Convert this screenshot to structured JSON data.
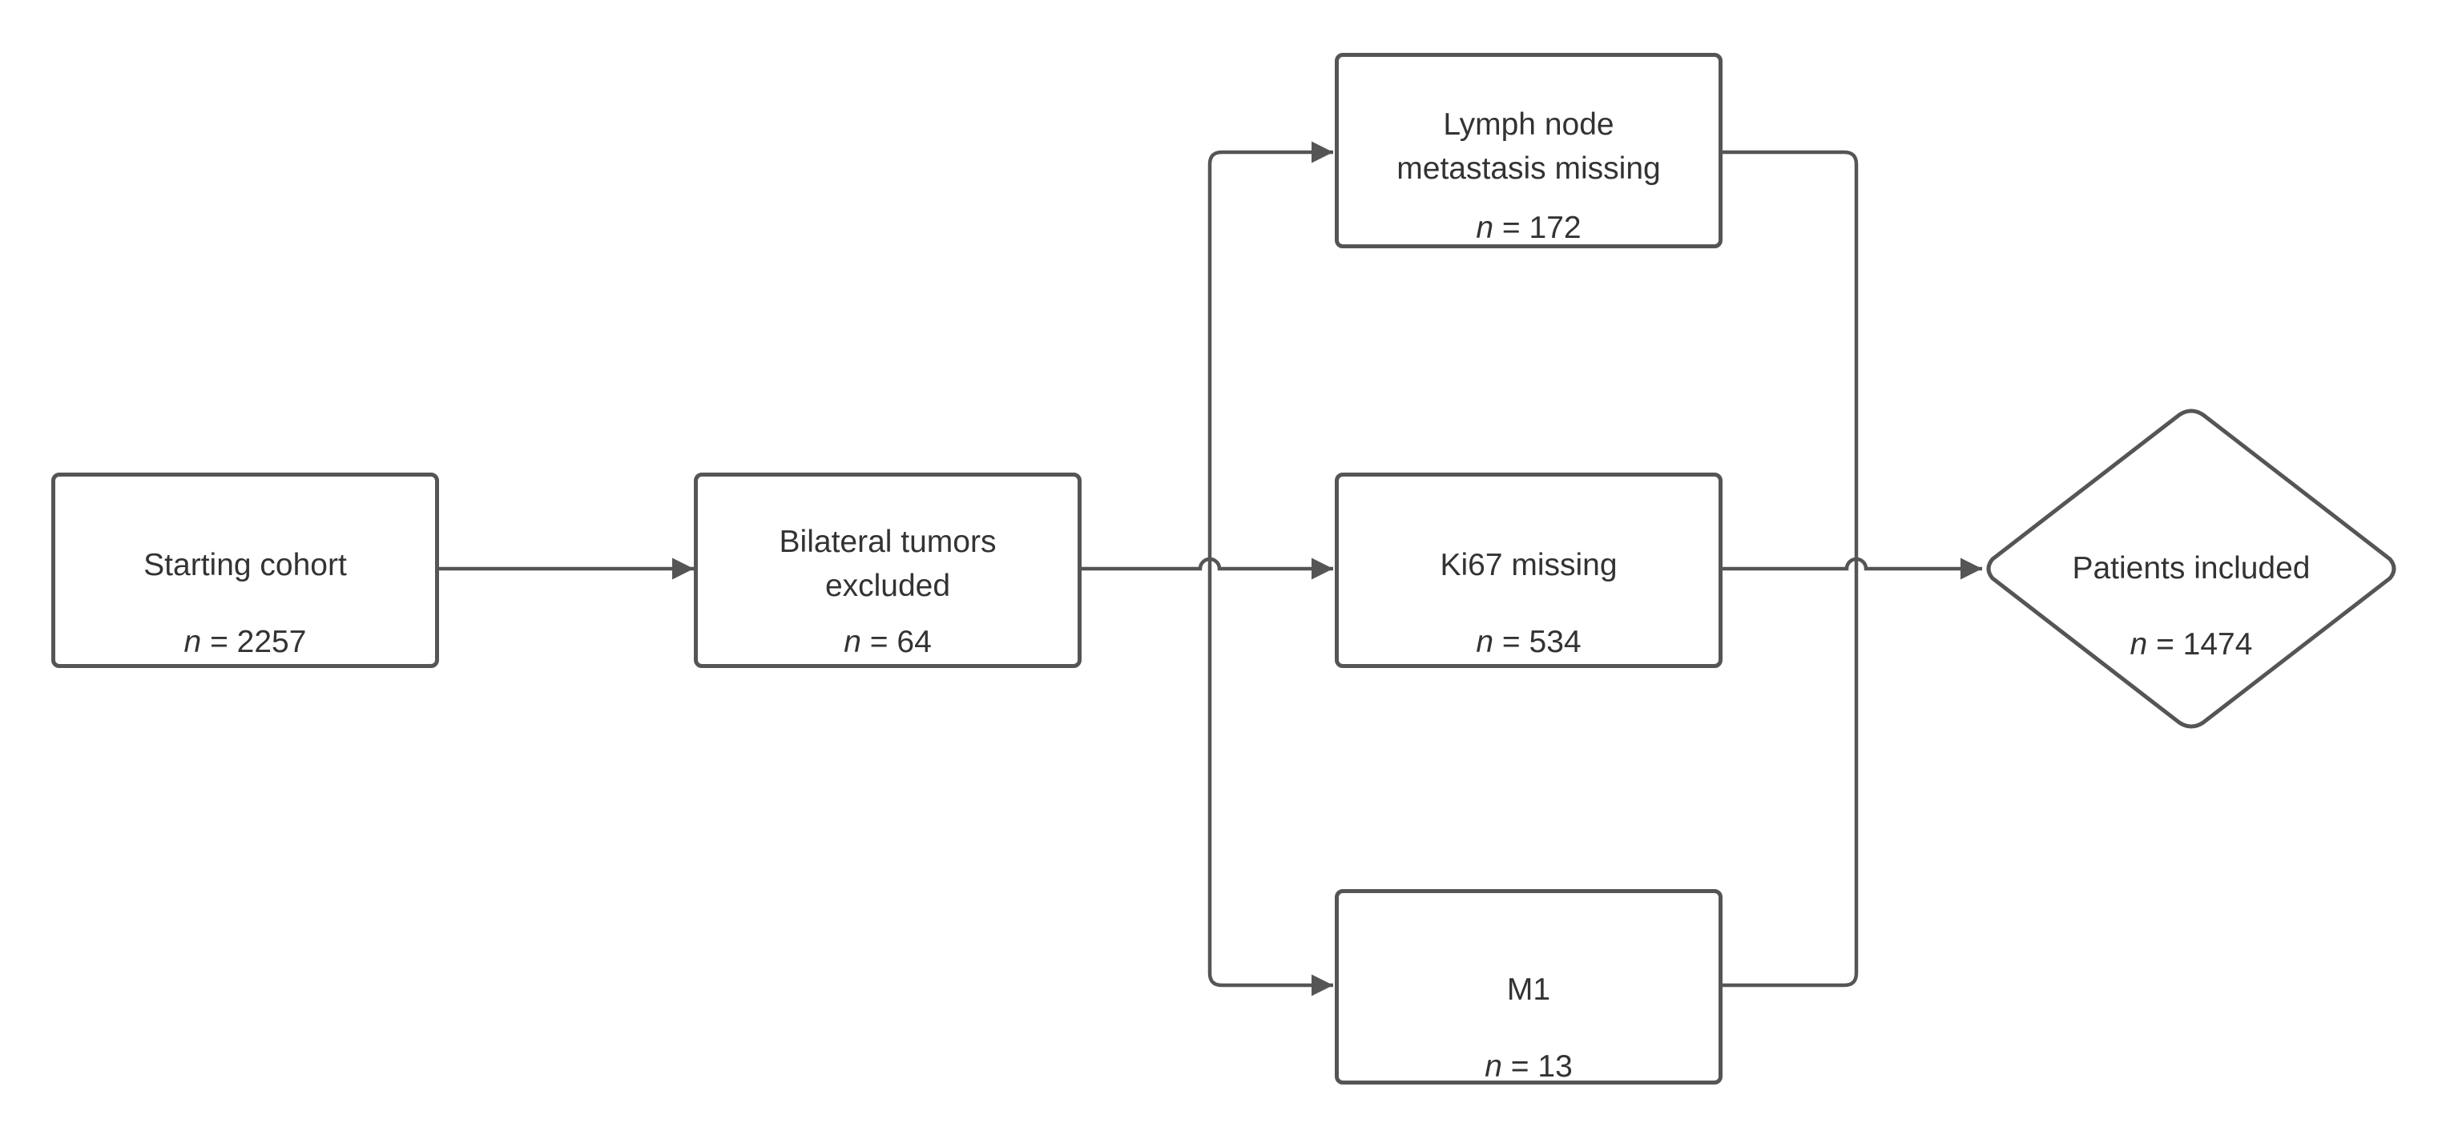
{
  "nodes": {
    "start": {
      "label": "Starting cohort",
      "n_prefix": "n",
      "n_suffix": " = 2257"
    },
    "bilateral": {
      "label_line1": "Bilateral tumors",
      "label_line2": "excluded",
      "n_prefix": "n",
      "n_suffix": " = 64"
    },
    "lymph": {
      "label_line1": "Lymph node",
      "label_line2": "metastasis missing",
      "n_prefix": "n",
      "n_suffix": " = 172"
    },
    "ki67": {
      "label": "Ki67 missing",
      "n_prefix": "n",
      "n_suffix": " = 534"
    },
    "m1": {
      "label": "M1",
      "n_prefix": "n",
      "n_suffix": " = 13"
    },
    "included": {
      "label": "Patients included",
      "n_prefix": "n",
      "n_suffix": " = 1474"
    }
  },
  "colors": {
    "stroke": "#555555",
    "text": "#333333",
    "background": "#ffffff"
  }
}
